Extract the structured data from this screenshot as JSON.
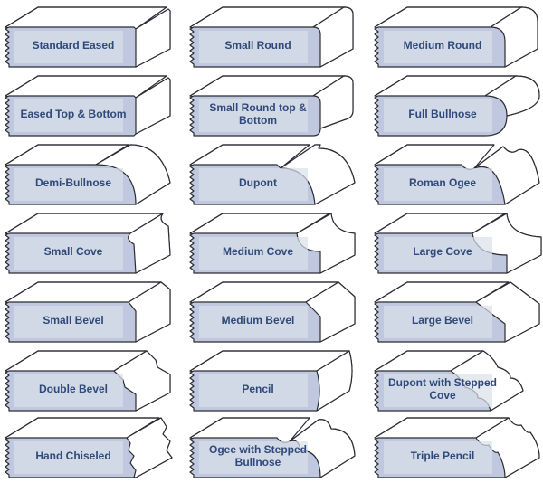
{
  "colors": {
    "face_fill": "#bfc8de",
    "face_panel": "#dadfea",
    "outline": "#2b2b33",
    "label_text": "#2f4a7a",
    "background": "#ffffff"
  },
  "profiles": [
    {
      "name": "Standard Eased",
      "shape": "eased"
    },
    {
      "name": "Small Round",
      "shape": "small-round"
    },
    {
      "name": "Medium Round",
      "shape": "medium-round"
    },
    {
      "name": "Eased Top & Bottom",
      "shape": "eased-top-bottom"
    },
    {
      "name": "Small Round top & Bottom",
      "shape": "small-round-tb"
    },
    {
      "name": "Full Bullnose",
      "shape": "full-bullnose"
    },
    {
      "name": "Demi-Bullnose",
      "shape": "demi-bullnose"
    },
    {
      "name": "Dupont",
      "shape": "dupont"
    },
    {
      "name": "Roman Ogee",
      "shape": "roman-ogee"
    },
    {
      "name": "Small Cove",
      "shape": "small-cove"
    },
    {
      "name": "Medium Cove",
      "shape": "medium-cove"
    },
    {
      "name": "Large Cove",
      "shape": "large-cove"
    },
    {
      "name": "Small Bevel",
      "shape": "small-bevel"
    },
    {
      "name": "Medium Bevel",
      "shape": "medium-bevel"
    },
    {
      "name": "Large Bevel",
      "shape": "large-bevel"
    },
    {
      "name": "Double Bevel",
      "shape": "double-bevel"
    },
    {
      "name": "Pencil",
      "shape": "pencil"
    },
    {
      "name": "Dupont with Stepped Cove",
      "shape": "dupont-stepped-cove"
    },
    {
      "name": "Hand Chiseled",
      "shape": "hand-chiseled"
    },
    {
      "name": "Ogee with Stepped Bullnose",
      "shape": "ogee-stepped-bullnose"
    },
    {
      "name": "Triple Pencil",
      "shape": "triple-pencil"
    }
  ]
}
